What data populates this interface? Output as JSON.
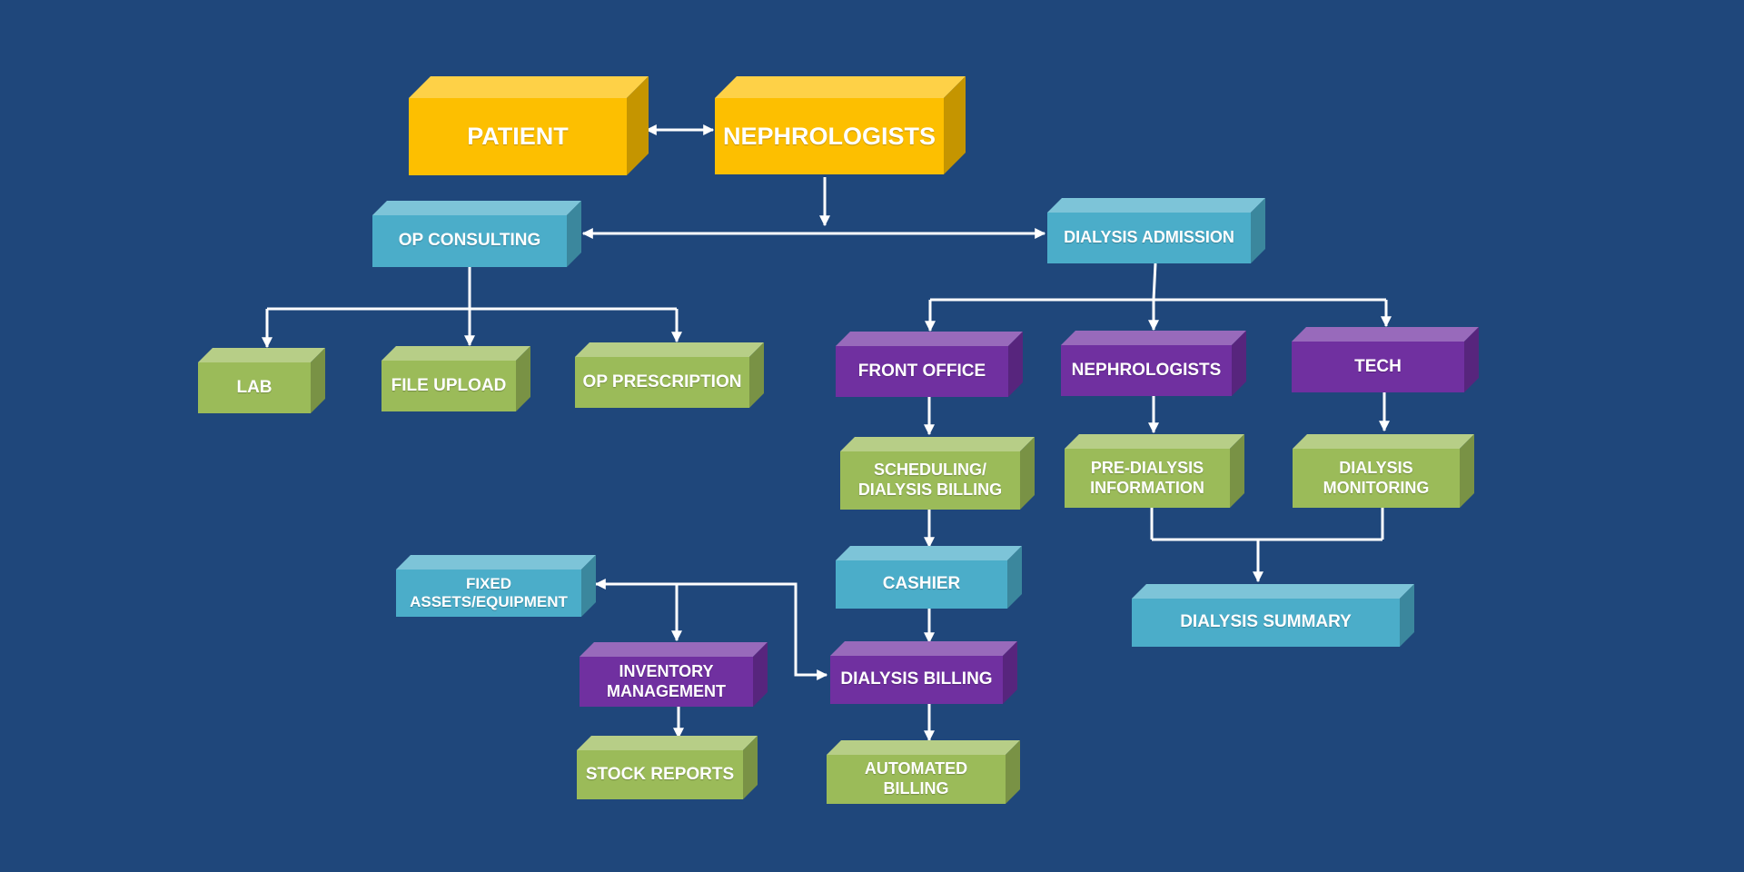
{
  "colors": {
    "background": "#1f477b",
    "yellow": "#fdbf00",
    "blue": "#4badc9",
    "green": "#9bbb59",
    "purple": "#7030a0",
    "connector": "#ffffff"
  },
  "nodes": {
    "patient": {
      "label": "PATIENT",
      "color": "yellow"
    },
    "nephrologists_top": {
      "label": "NEPHROLOGISTS",
      "color": "yellow"
    },
    "op_consulting": {
      "label": "OP CONSULTING",
      "color": "blue"
    },
    "dialysis_admission": {
      "label": "DIALYSIS ADMISSION",
      "color": "blue"
    },
    "lab": {
      "label": "LAB",
      "color": "green"
    },
    "file_upload": {
      "label": "FILE UPLOAD",
      "color": "green"
    },
    "op_prescription": {
      "label": "OP PRESCRIPTION",
      "color": "green"
    },
    "front_office": {
      "label": "FRONT OFFICE",
      "color": "purple"
    },
    "nephrologists_mid": {
      "label": "NEPHROLOGISTS",
      "color": "purple"
    },
    "tech": {
      "label": "TECH",
      "color": "purple"
    },
    "scheduling": {
      "label": "SCHEDULING/\nDIALYSIS BILLING",
      "color": "green"
    },
    "pre_dialysis": {
      "label": "PRE-DIALYSIS\nINFORMATION",
      "color": "green"
    },
    "dialysis_monitoring": {
      "label": "DIALYSIS\nMONITORING",
      "color": "green"
    },
    "cashier": {
      "label": "CASHIER",
      "color": "blue"
    },
    "fixed_assets": {
      "label": "FIXED\nASSETS/EQUIPMENT",
      "color": "blue"
    },
    "dialysis_summary": {
      "label": "DIALYSIS SUMMARY",
      "color": "blue"
    },
    "inventory": {
      "label": "INVENTORY\nMANAGEMENT",
      "color": "purple"
    },
    "dialysis_billing": {
      "label": "DIALYSIS BILLING",
      "color": "purple"
    },
    "stock_reports": {
      "label": "STOCK REPORTS",
      "color": "green"
    },
    "automated_billing": {
      "label": "AUTOMATED\nBILLING",
      "color": "green"
    }
  },
  "edges": [
    {
      "from": "patient",
      "to": "nephrologists_top",
      "type": "bidirectional"
    },
    {
      "from": "nephrologists_top",
      "to": "op_dialysis_connector",
      "type": "directed"
    },
    {
      "from": "op_consulting",
      "to": "dialysis_admission",
      "type": "bidirectional"
    },
    {
      "from": "op_consulting",
      "to": "lab",
      "type": "directed"
    },
    {
      "from": "op_consulting",
      "to": "file_upload",
      "type": "directed"
    },
    {
      "from": "op_consulting",
      "to": "op_prescription",
      "type": "directed"
    },
    {
      "from": "dialysis_admission",
      "to": "front_office",
      "type": "directed"
    },
    {
      "from": "dialysis_admission",
      "to": "nephrologists_mid",
      "type": "directed"
    },
    {
      "from": "dialysis_admission",
      "to": "tech",
      "type": "directed"
    },
    {
      "from": "front_office",
      "to": "scheduling",
      "type": "directed"
    },
    {
      "from": "nephrologists_mid",
      "to": "pre_dialysis",
      "type": "directed"
    },
    {
      "from": "tech",
      "to": "dialysis_monitoring",
      "type": "directed"
    },
    {
      "from": "scheduling",
      "to": "cashier",
      "type": "directed"
    },
    {
      "from": "cashier",
      "to": "dialysis_billing",
      "type": "directed"
    },
    {
      "from": "dialysis_billing",
      "to": "automated_billing",
      "type": "directed"
    },
    {
      "from": "pre_dialysis",
      "to": "dialysis_summary",
      "type": "directed"
    },
    {
      "from": "dialysis_monitoring",
      "to": "dialysis_summary",
      "type": "directed"
    },
    {
      "from": "fixed_assets",
      "to": "inventory",
      "type": "directed"
    },
    {
      "from": "fixed_assets",
      "to": "dialysis_billing",
      "type": "bidirectional"
    },
    {
      "from": "inventory",
      "to": "stock_reports",
      "type": "directed"
    }
  ]
}
